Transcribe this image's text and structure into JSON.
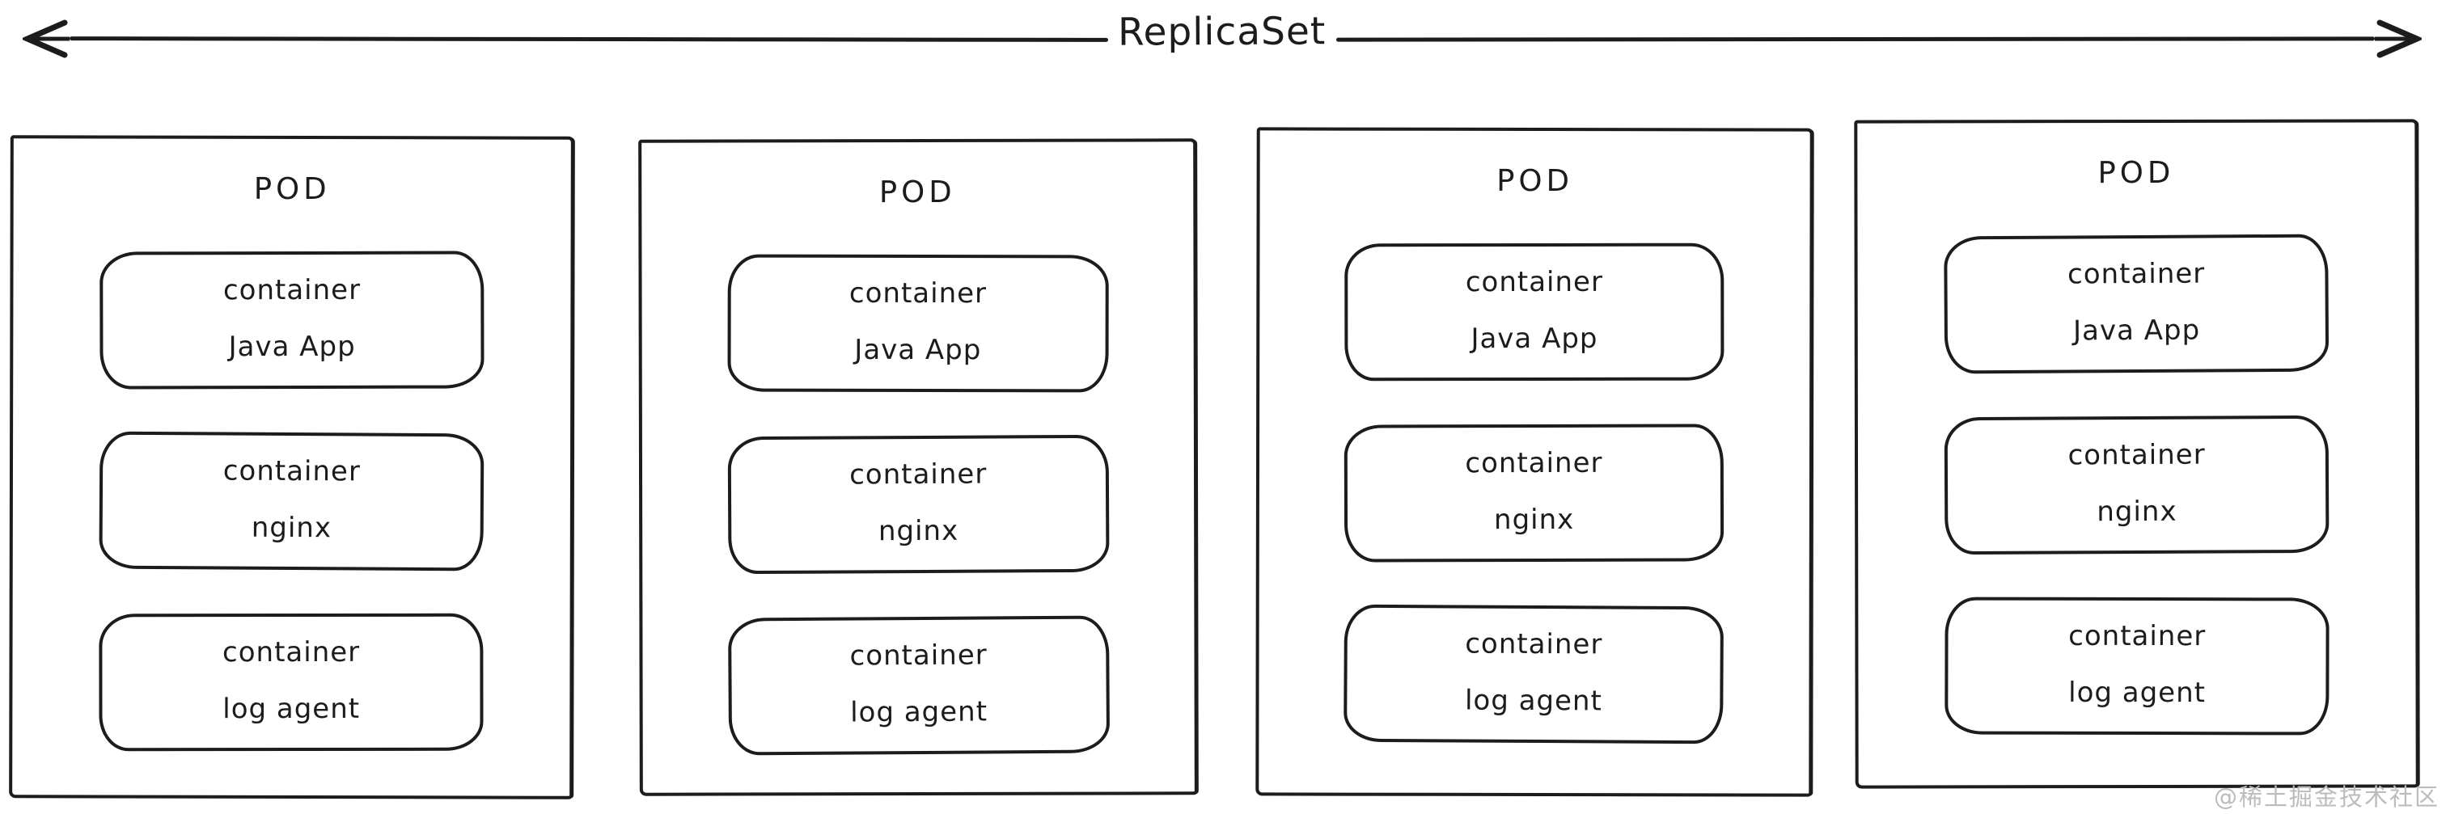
{
  "diagram": {
    "title": "ReplicaSet",
    "pods": [
      {
        "label": "POD",
        "containers": [
          {
            "type_label": "container",
            "name": "Java App"
          },
          {
            "type_label": "container",
            "name": "nginx"
          },
          {
            "type_label": "container",
            "name": "log agent"
          }
        ]
      },
      {
        "label": "POD",
        "containers": [
          {
            "type_label": "container",
            "name": "Java App"
          },
          {
            "type_label": "container",
            "name": "nginx"
          },
          {
            "type_label": "container",
            "name": "log agent"
          }
        ]
      },
      {
        "label": "POD",
        "containers": [
          {
            "type_label": "container",
            "name": "Java App"
          },
          {
            "type_label": "container",
            "name": "nginx"
          },
          {
            "type_label": "container",
            "name": "log agent"
          }
        ]
      },
      {
        "label": "POD",
        "containers": [
          {
            "type_label": "container",
            "name": "Java App"
          },
          {
            "type_label": "container",
            "name": "nginx"
          },
          {
            "type_label": "container",
            "name": "log agent"
          }
        ]
      }
    ],
    "watermark": "@稀土掘金技术社区",
    "colors": {
      "stroke": "#1c1c1c",
      "background": "#ffffff",
      "watermark": "#bcbcbc"
    }
  }
}
